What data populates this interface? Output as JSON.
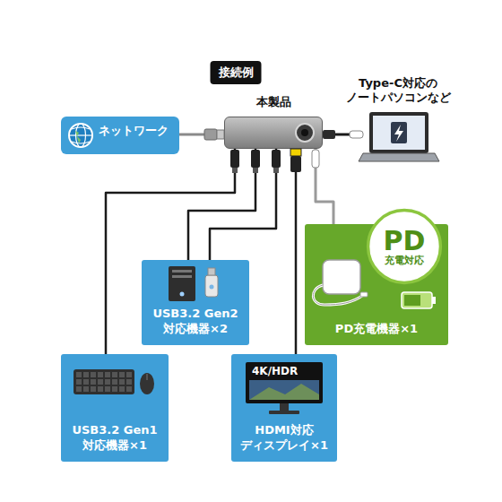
{
  "diagram": {
    "title": "接続例",
    "nodes": [
      {
        "text": [
          "ネットワーク"
        ]
      },
      {
        "text": [
          "本製品"
        ]
      },
      {
        "text": [
          "Type-C対応の ノートパソコンなど"
        ]
      },
      {
        "text": [
          "USB3.2 Gen2 対応機器×2"
        ]
      },
      {
        "text": [
          "PD充電機器×1"
        ]
      },
      {
        "text": [
          "PD",
          "充電対応"
        ],
        "in": 4
      },
      {
        "text": [
          "USB3.2 Gen1 対応機器×1"
        ]
      },
      {
        "text": [
          "HDMI対応 ディスプレイ×1"
        ]
      }
    ],
    "edges": [
      {
        "from": 0,
        "to": 1,
        "arrow": "none"
      },
      {
        "from": 1,
        "to": 2,
        "arrow": "none"
      },
      {
        "from": 1,
        "to": 6,
        "arrow": "none"
      },
      {
        "from": 1,
        "to": 3,
        "arrow": "none"
      },
      {
        "from": 1,
        "to": 3,
        "arrow": "none"
      },
      {
        "from": 1,
        "to": 7,
        "arrow": "none"
      },
      {
        "from": 1,
        "to": 4,
        "arrow": "none"
      }
    ],
    "labels": [
      "4K/HDR"
    ]
  }
}
